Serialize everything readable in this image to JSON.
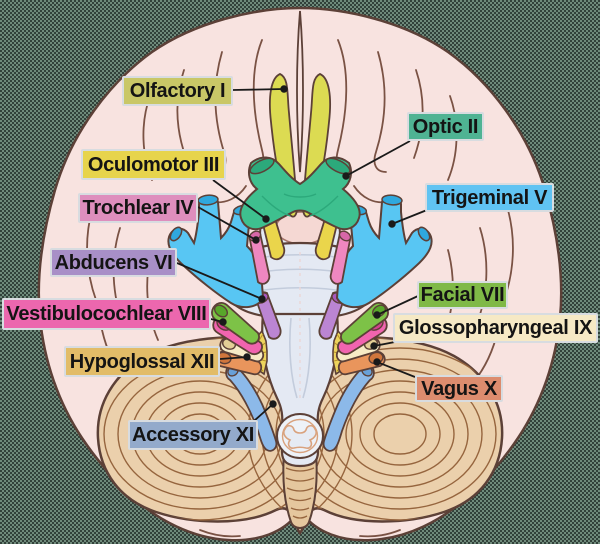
{
  "figure": {
    "description": "Inferior view of the brain with the twelve cranial nerves color-coded and labeled"
  },
  "background": {
    "pattern_colors": [
      "#6f8a7b",
      "#31413a"
    ]
  },
  "brain": {
    "cerebrum_color": "#f8e3e0",
    "cerebellum_color": "#ebd0ac",
    "vermis_color": "#e5c79e",
    "brainstem_color": "#e4e9f3",
    "outline_color": "#5c4037",
    "connector_color": "#1a1a1a",
    "label_border_color": "#d8dce0",
    "label_text_color": "#141414"
  },
  "labels": [
    {
      "id": "olfactory-i",
      "text": "Olfactory I",
      "box_color": "#c9c767",
      "nerve_color": "#dcdb52"
    },
    {
      "id": "optic-ii",
      "text": "Optic II",
      "box_color": "#4fb393",
      "nerve_color": "#3ec08f"
    },
    {
      "id": "oculomotor-iii",
      "text": "Oculomotor III",
      "box_color": "#e7d44c",
      "nerve_color": "#ead54b"
    },
    {
      "id": "trochlear-iv",
      "text": "Trochlear IV",
      "box_color": "#de8ebd",
      "nerve_color": "#ef87c0"
    },
    {
      "id": "trigeminal-v",
      "text": "Trigeminal V",
      "box_color": "#60c3f2",
      "nerve_color": "#58c6f3"
    },
    {
      "id": "abducens-vi",
      "text": "Abducens VI",
      "box_color": "#a88fc7",
      "nerve_color": "#bb85d3"
    },
    {
      "id": "facial-vii",
      "text": "Facial VII",
      "box_color": "#7fb947",
      "nerve_color": "#7dc247"
    },
    {
      "id": "vestibulocochlear-viii",
      "text": "Vestibulocochlear VIII",
      "box_color": "#ec67ae",
      "nerve_color": "#f164af"
    },
    {
      "id": "glossopharyngeal-ix",
      "text": "Glossopharyngeal IX",
      "box_color": "#f6e9c5",
      "nerve_color": "#f7ebc6"
    },
    {
      "id": "vagus-x",
      "text": "Vagus X",
      "box_color": "#dc8c6e",
      "nerve_color": "#e9955c"
    },
    {
      "id": "accessory-xi",
      "text": "Accessory XI",
      "box_color": "#93aacb",
      "nerve_color": "#8cb9e9"
    },
    {
      "id": "hypoglossal-xii",
      "text": "Hypoglossal XII",
      "box_color": "#e2bc68",
      "nerve_color": "#edd45d"
    }
  ]
}
